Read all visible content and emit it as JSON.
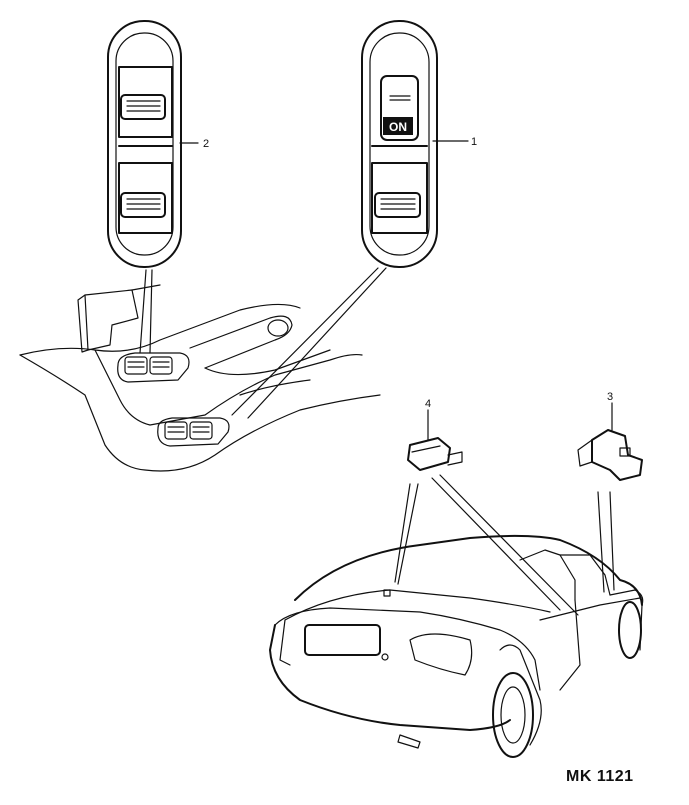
{
  "callouts": {
    "c1": "1",
    "c2": "2",
    "c3": "3",
    "c4": "4"
  },
  "switch_label": "ON",
  "figure_code": "MK 1121",
  "icons": {
    "window-switch-pack-rear": "twin rocker switch pack",
    "window-switch-pack-front": "isolator + rocker switch pack",
    "door-switch-front": "door ajar switch",
    "door-switch-rear": "door ajar switch"
  }
}
